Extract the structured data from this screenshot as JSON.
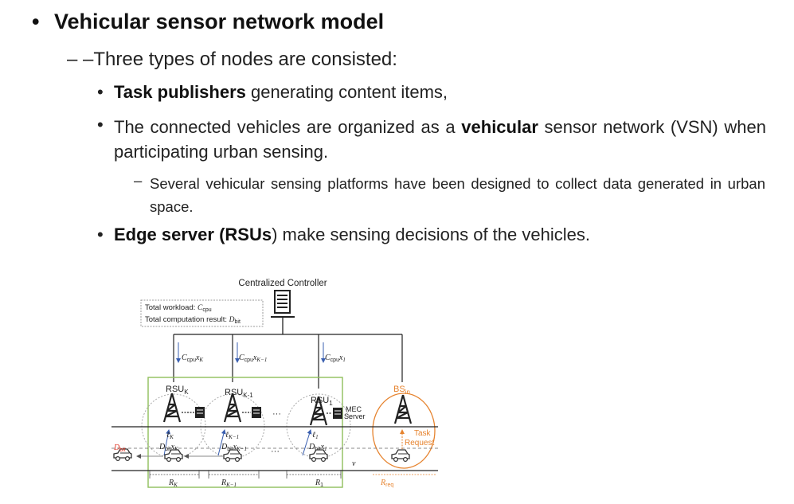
{
  "bullets": {
    "title": "Vehicular sensor network model",
    "dash_marker": "–",
    "level2": "–Three types of nodes are consisted:",
    "item1_bold": "Task publishers",
    "item1_rest": " generating content items,",
    "item2_pre": "The connected vehicles are organized as a ",
    "item2_bold": "vehicular",
    "item2_post": " sensor network (VSN) when participating urban sensing.",
    "sub_item": "Several vehicular sensing platforms have been designed to collect data generated in urban space.",
    "item3_bold1": "Edge server (RSUs",
    "item3_mid": ")",
    "item3_rest": " make sensing decisions of the vehicles."
  },
  "diagram": {
    "controller_label": "Centralized Controller",
    "workload_label": "Total workload:",
    "workload_symbol": "C",
    "workload_sub": "cpu",
    "result_label": "Total computation result:",
    "result_symbol": "D",
    "result_sub": "bit",
    "down_links": [
      {
        "c": "C",
        "sub": "cpu",
        "x": "x",
        "xsub": "K"
      },
      {
        "c": "C",
        "sub": "cpu",
        "x": "x",
        "xsub": "K−1"
      },
      {
        "c": "C",
        "sub": "cpu",
        "x": "x",
        "xsub": "1"
      }
    ],
    "rsus": [
      {
        "name": "RSU",
        "sub": "K",
        "ell": "ℓ",
        "ellsub": "K",
        "d": "D",
        "dsub": "bit",
        "x": "x",
        "xsub": "K",
        "range": "R",
        "rangesub": "K"
      },
      {
        "name": "RSU",
        "sub": "K-1",
        "ell": "ℓ",
        "ellsub": "K−1",
        "d": "D",
        "dsub": "bit",
        "x": "x",
        "xsub": "K−1",
        "range": "R",
        "rangesub": "K−1"
      },
      {
        "name": "RSU",
        "sub": "1",
        "ell": "ℓ",
        "ellsub": "1",
        "d": "D",
        "dsub": "bit",
        "x": "x",
        "xsub": "1",
        "range": "R",
        "rangesub": "1"
      }
    ],
    "mec_line1": "MEC",
    "mec_line2": "Server",
    "bs_name": "BS",
    "bs_sub": "in",
    "task_line1": "Task",
    "task_line2": "Request",
    "req_range": "R",
    "req_range_sub": "req",
    "speed": "v",
    "dbit_out": "D",
    "dbit_out_sub": "bit",
    "ellipsis": "···",
    "colors": {
      "green": "#8fbf5a",
      "orange": "#e6832e",
      "red": "#e03a2a",
      "blue": "#3a5fb0",
      "dark": "#222222"
    }
  }
}
